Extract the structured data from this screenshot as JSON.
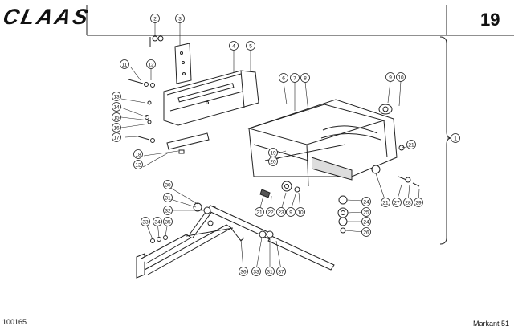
{
  "header": {
    "brand": "CLAAS",
    "page_number": "19"
  },
  "footer": {
    "drawing_number": "100165",
    "model": "Markant 51"
  },
  "callouts": [
    "1",
    "2",
    "3",
    "4",
    "5",
    "6",
    "7",
    "8",
    "9",
    "10",
    "11",
    "12",
    "13",
    "14",
    "15",
    "16",
    "17",
    "18",
    "12",
    "21",
    "19",
    "20",
    "21",
    "22",
    "23",
    "9",
    "10",
    "24",
    "25",
    "24",
    "26",
    "21",
    "27",
    "28",
    "29",
    "30",
    "31",
    "32",
    "33",
    "34",
    "35",
    "36",
    "33",
    "31",
    "37"
  ]
}
